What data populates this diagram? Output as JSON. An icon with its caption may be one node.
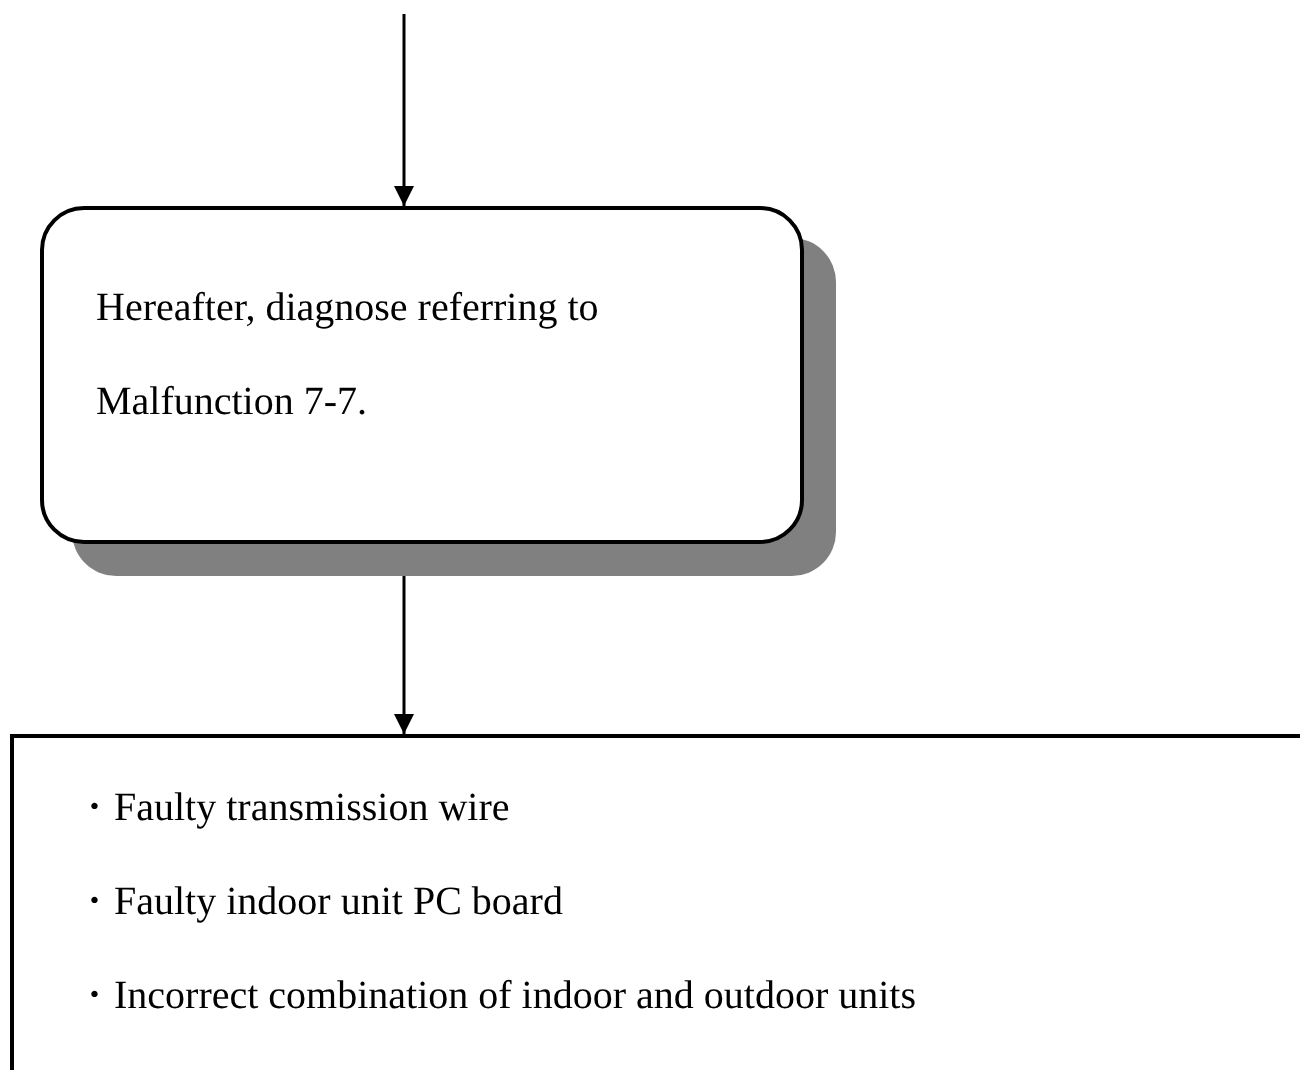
{
  "diagram": {
    "nodes": [
      {
        "text": [
          "Hereafter, diagnose referring to Malfunction 7-7."
        ]
      },
      {
        "text": [
          "・Faulty transmission wire",
          "・Faulty indoor unit PC board",
          "・Incorrect combination of indoor and outdoor units"
        ]
      }
    ],
    "edges": [
      {
        "from": null,
        "to": 0,
        "arrow": "to"
      },
      {
        "from": 0,
        "to": 1,
        "arrow": "to"
      }
    ]
  }
}
